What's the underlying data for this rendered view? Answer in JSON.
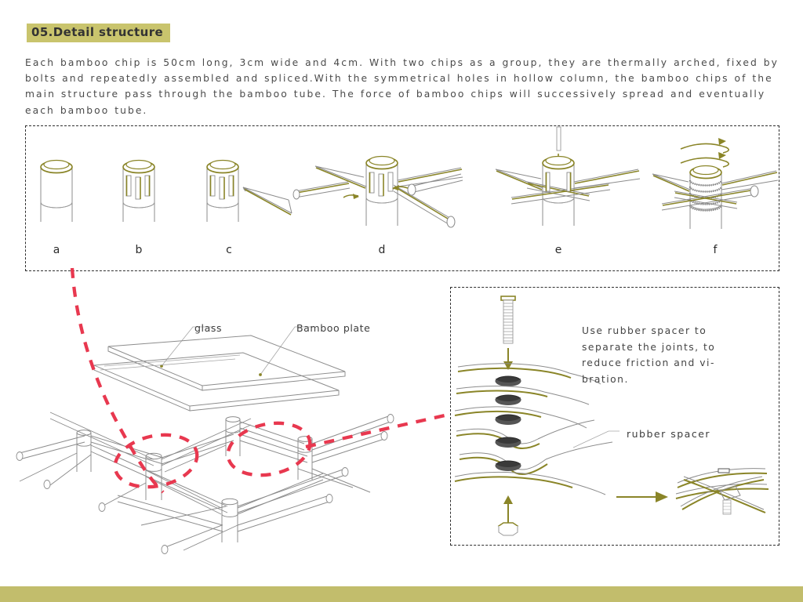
{
  "header": {
    "section_number_title": "05.Detail structure",
    "paragraph": "Each bamboo chip is 50cm long, 3cm wide and 4cm. With two chips as a group, they are thermally arched, fixed by bolts and repeatedly assembled and spliced.With the symmetrical holes in hollow column, the bamboo chips of the main structure pass through the bamboo tube. The force of bamboo chips will successively spread and eventually each bamboo tube."
  },
  "colors": {
    "accent_olive": "#8a8528",
    "title_highlight": "#c9c46d",
    "footer_bar": "#c2bd6c",
    "annotation_red": "#e8384f",
    "line_gray": "#6f6f6f",
    "rubber_dark": "#3a3a3a"
  },
  "steps_panel": {
    "steps": [
      {
        "letter": "a",
        "caption": "a"
      },
      {
        "letter": "b",
        "caption": "b"
      },
      {
        "letter": "c",
        "caption": "c"
      },
      {
        "letter": "d",
        "caption": "d"
      },
      {
        "letter": "e",
        "caption": "e"
      },
      {
        "letter": "f",
        "caption": "f"
      }
    ]
  },
  "assembly": {
    "labels": {
      "glass": "glass",
      "bamboo_plate": "Bamboo plate"
    }
  },
  "spacer_panel": {
    "note": "Use rubber spacer to separate the joints, to reduce friction and vi-bration.",
    "note_lines": [
      "Use rubber spacer to",
      "separate the joints, to",
      "reduce friction and vi-",
      "bration."
    ],
    "label_rubber_spacer": "rubber spacer",
    "spacer_count": 5
  }
}
